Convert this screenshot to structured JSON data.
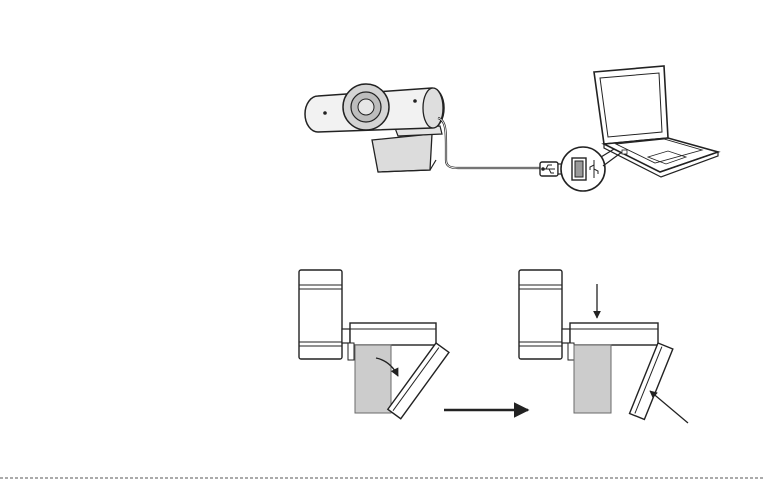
{
  "colors": {
    "line": "#222222",
    "webcam_body": "#f2f2f2",
    "webcam_shade": "#d4d4d4",
    "lens_ring": "#bdbdbd",
    "lens": "#e6e6e6",
    "surface": "#cccccc",
    "surface_stroke": "#6a6a6a",
    "screen": "#ffffff",
    "background": "#ffffff"
  },
  "icons": {
    "usb_symbol": "usb-trident-icon"
  },
  "figures": [
    {
      "id": "connect-to-laptop",
      "depicts": [
        "webcam",
        "usb-a-plug",
        "usb-port-magnifier",
        "laptop"
      ]
    },
    {
      "id": "mount-on-monitor",
      "steps": 2
    }
  ]
}
